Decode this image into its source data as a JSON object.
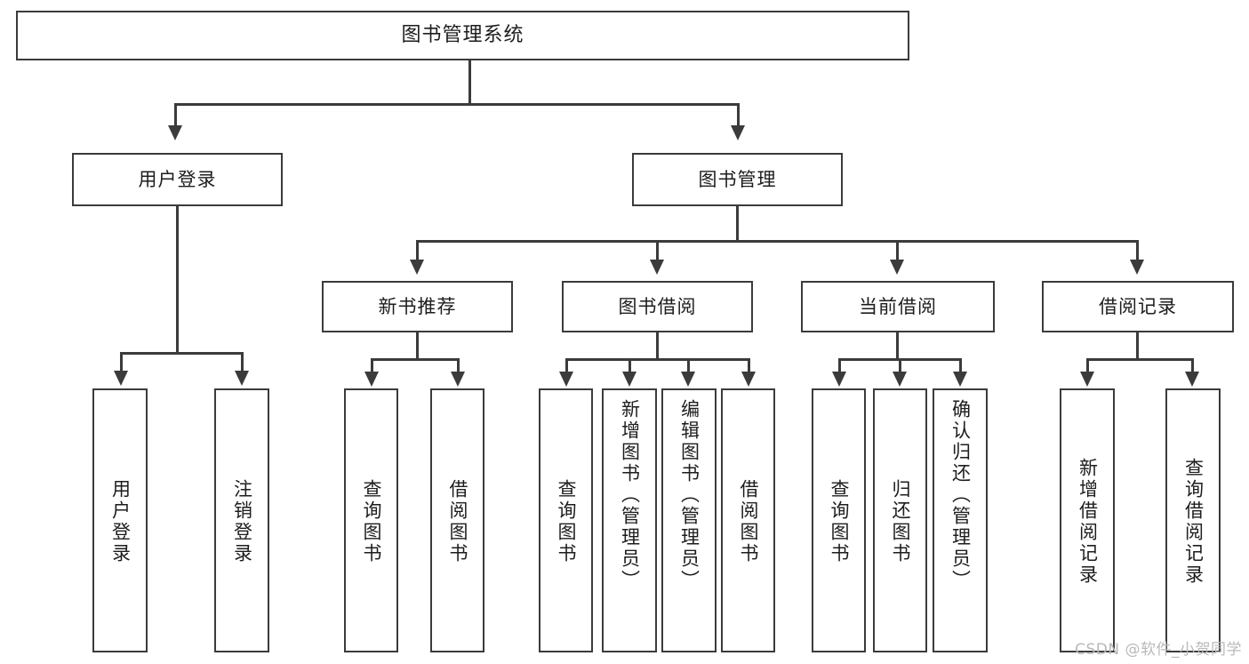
{
  "diagram": {
    "type": "tree",
    "title": "图书管理系统",
    "orientation": "top-down",
    "colors": {
      "background": "#ffffff",
      "box_fill": "#ffffff",
      "box_stroke": "#3b3b3b",
      "text": "#1d1d1d",
      "watermark": "#b9b9b9"
    }
  },
  "nodes": {
    "root": {
      "label": "图书管理系统"
    },
    "level2": [
      {
        "id": "user-login",
        "label": "用户登录"
      },
      {
        "id": "book-manage",
        "label": "图书管理"
      }
    ],
    "level3": [
      {
        "id": "new-book-recommend",
        "label": "新书推荐"
      },
      {
        "id": "book-borrow",
        "label": "图书借阅"
      },
      {
        "id": "current-borrow",
        "label": "当前借阅"
      },
      {
        "id": "borrow-record",
        "label": "借阅记录"
      }
    ],
    "leaves": {
      "user_login": [
        {
          "id": "leaf-user-login",
          "label": "用户登录"
        },
        {
          "id": "leaf-logout-login",
          "label": "注销登录"
        }
      ],
      "new_book_recommend": [
        {
          "id": "leaf-query-book-1",
          "label": "查询图书"
        },
        {
          "id": "leaf-borrow-book-1",
          "label": "借阅图书"
        }
      ],
      "book_borrow": [
        {
          "id": "leaf-query-book-2",
          "label": "查询图书"
        },
        {
          "id": "leaf-add-book",
          "label": "新增图书（管理员）"
        },
        {
          "id": "leaf-edit-book",
          "label": "编辑图书（管理员）"
        },
        {
          "id": "leaf-borrow-book-2",
          "label": "借阅图书"
        }
      ],
      "current_borrow": [
        {
          "id": "leaf-query-book-3",
          "label": "查询图书"
        },
        {
          "id": "leaf-return-book",
          "label": "归还图书"
        },
        {
          "id": "leaf-confirm-return",
          "label": "确认归还（管理员）"
        }
      ],
      "borrow_record": [
        {
          "id": "leaf-add-record",
          "label": "新增借阅记录"
        },
        {
          "id": "leaf-query-record",
          "label": "查询借阅记录"
        }
      ]
    }
  },
  "watermark": {
    "text": "CSDN @软件_小贺同学"
  }
}
